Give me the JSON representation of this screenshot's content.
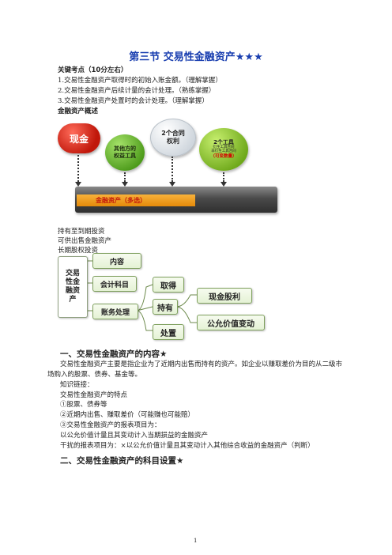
{
  "title": "第三节  交易性金融资产★★★",
  "key_points_heading": "关键考点（10分左右）",
  "key_points": [
    "1.交易性金融资产取得时的初始入账金额。（理解掌握）",
    "2.交易性金融资产后续计量的会计处理。（熟练掌握）",
    "3.交易性金融资产处置时的会计处理。（理解掌握）"
  ],
  "overview_heading": "金融资产概述",
  "diagram1": {
    "cash": "现金",
    "equity_line1": "其他方的",
    "equity_line2": "权益工具",
    "contract_line1": "2个合同",
    "contract_line2": "权利",
    "tool_line1": "2个工具",
    "tool_line2": "衍生工具合同",
    "tool_line3": "非衍生工具合同",
    "tool_line4": "（可变数量）",
    "bar_label": "金融资产（多选）"
  },
  "asset_types": [
    "持有至到期投资",
    "可供出售金融资产",
    "长期股权投资"
  ],
  "diagram2": {
    "root": "交易性金融资产",
    "content": "内容",
    "accounts": "会计科目",
    "accounting": "账务处理",
    "acquire": "取得",
    "hold": "持有",
    "dispose": "处置",
    "dividend": "现金股利",
    "fair_value": "公允价值变动"
  },
  "section1_heading": "一、交易性金融资产的内容★",
  "section1_para": "交易性金融资产主要是指企业为了近期内出售而持有的资产。如企业以赚取差价为目的从二级市场购入的股票、债券、基金等。",
  "knowledge_link": "知识链接：",
  "features_heading": "交易性金融资产的特点",
  "features": [
    "①股票、债券等",
    "②近期内出售、赚取差价（可能赚也可能赔）",
    "③交易性金融资产的报表项目为："
  ],
  "report_item": "以公允价值计量且其变动计入当期损益的金融资产",
  "distractor": "干扰的报表项目为：×以公允价值计量且其变动计入其他综合收益的金融资产（判断）",
  "section2_heading": "二、交易性金融资产的科目设置★",
  "page_number": "1"
}
